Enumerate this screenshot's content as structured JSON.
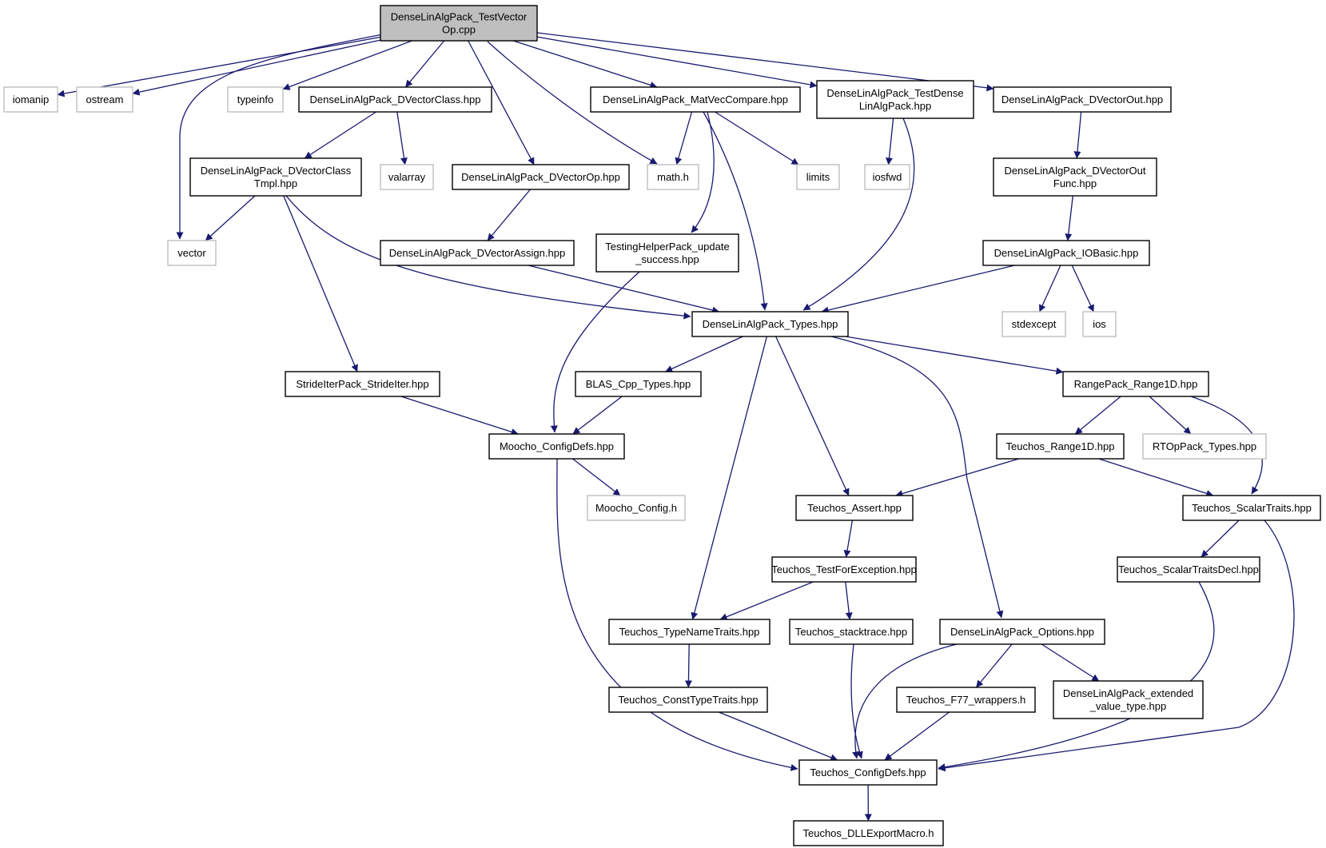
{
  "colors": {
    "edge": "#191970",
    "arrowhead": "#191970",
    "documented_border": "#000000",
    "external_border": "#bfbfbf",
    "root_fill": "#bfbfbf",
    "node_fill": "#ffffff",
    "background": "#ffffff"
  },
  "nodes": [
    {
      "id": "root",
      "lines": [
        "DenseLinAlgPack_TestVector",
        "Op.cpp"
      ],
      "style": "root"
    },
    {
      "id": "iomanip",
      "lines": [
        "iomanip"
      ],
      "style": "external"
    },
    {
      "id": "ostream",
      "lines": [
        "ostream"
      ],
      "style": "external"
    },
    {
      "id": "typeinfo",
      "lines": [
        "typeinfo"
      ],
      "style": "external"
    },
    {
      "id": "dvectorclass",
      "lines": [
        "DenseLinAlgPack_DVectorClass.hpp"
      ],
      "style": "documented"
    },
    {
      "id": "matveccompare",
      "lines": [
        "DenseLinAlgPack_MatVecCompare.hpp"
      ],
      "style": "documented"
    },
    {
      "id": "testdense",
      "lines": [
        "DenseLinAlgPack_TestDense",
        "LinAlgPack.hpp"
      ],
      "style": "documented"
    },
    {
      "id": "dvectorout",
      "lines": [
        "DenseLinAlgPack_DVectorOut.hpp"
      ],
      "style": "documented"
    },
    {
      "id": "dvectorclasstmpl",
      "lines": [
        "DenseLinAlgPack_DVectorClass",
        "Tmpl.hpp"
      ],
      "style": "documented"
    },
    {
      "id": "valarray",
      "lines": [
        "valarray"
      ],
      "style": "external"
    },
    {
      "id": "dvectorop",
      "lines": [
        "DenseLinAlgPack_DVectorOp.hpp"
      ],
      "style": "documented"
    },
    {
      "id": "math",
      "lines": [
        "math.h"
      ],
      "style": "external"
    },
    {
      "id": "limits",
      "lines": [
        "limits"
      ],
      "style": "external"
    },
    {
      "id": "iosfwd",
      "lines": [
        "iosfwd"
      ],
      "style": "external"
    },
    {
      "id": "dvectoroutfunc",
      "lines": [
        "DenseLinAlgPack_DVectorOut",
        "Func.hpp"
      ],
      "style": "documented"
    },
    {
      "id": "vector",
      "lines": [
        "vector"
      ],
      "style": "external"
    },
    {
      "id": "dvectorassign",
      "lines": [
        "DenseLinAlgPack_DVectorAssign.hpp"
      ],
      "style": "documented"
    },
    {
      "id": "testinghelper",
      "lines": [
        "TestingHelperPack_update",
        "_success.hpp"
      ],
      "style": "documented"
    },
    {
      "id": "iobasic",
      "lines": [
        "DenseLinAlgPack_IOBasic.hpp"
      ],
      "style": "documented"
    },
    {
      "id": "types",
      "lines": [
        "DenseLinAlgPack_Types.hpp"
      ],
      "style": "documented"
    },
    {
      "id": "stdexcept",
      "lines": [
        "stdexcept"
      ],
      "style": "external"
    },
    {
      "id": "ios",
      "lines": [
        "ios"
      ],
      "style": "external"
    },
    {
      "id": "strideiter",
      "lines": [
        "StrideIterPack_StrideIter.hpp"
      ],
      "style": "documented"
    },
    {
      "id": "blascpp",
      "lines": [
        "BLAS_Cpp_Types.hpp"
      ],
      "style": "documented"
    },
    {
      "id": "range1d",
      "lines": [
        "RangePack_Range1D.hpp"
      ],
      "style": "documented"
    },
    {
      "id": "moochoconfigdefs",
      "lines": [
        "Moocho_ConfigDefs.hpp"
      ],
      "style": "documented"
    },
    {
      "id": "teuchosrange1d",
      "lines": [
        "Teuchos_Range1D.hpp"
      ],
      "style": "documented"
    },
    {
      "id": "rtoptypes",
      "lines": [
        "RTOpPack_Types.hpp"
      ],
      "style": "external"
    },
    {
      "id": "moochoconfig",
      "lines": [
        "Moocho_Config.h"
      ],
      "style": "external"
    },
    {
      "id": "assert",
      "lines": [
        "Teuchos_Assert.hpp"
      ],
      "style": "documented"
    },
    {
      "id": "scalartraits",
      "lines": [
        "Teuchos_ScalarTraits.hpp"
      ],
      "style": "documented"
    },
    {
      "id": "testforexception",
      "lines": [
        "Teuchos_TestForException.hpp"
      ],
      "style": "documented"
    },
    {
      "id": "scalartraitsdecl",
      "lines": [
        "Teuchos_ScalarTraitsDecl.hpp"
      ],
      "style": "documented"
    },
    {
      "id": "typenametraits",
      "lines": [
        "Teuchos_TypeNameTraits.hpp"
      ],
      "style": "documented"
    },
    {
      "id": "stacktrace",
      "lines": [
        "Teuchos_stacktrace.hpp"
      ],
      "style": "documented"
    },
    {
      "id": "options",
      "lines": [
        "DenseLinAlgPack_Options.hpp"
      ],
      "style": "documented"
    },
    {
      "id": "consttypetraits",
      "lines": [
        "Teuchos_ConstTypeTraits.hpp"
      ],
      "style": "documented"
    },
    {
      "id": "f77wrappers",
      "lines": [
        "Teuchos_F77_wrappers.h"
      ],
      "style": "documented"
    },
    {
      "id": "extendedvalue",
      "lines": [
        "DenseLinAlgPack_extended",
        "_value_type.hpp"
      ],
      "style": "documented"
    },
    {
      "id": "teuchosconfigdefs",
      "lines": [
        "Teuchos_ConfigDefs.hpp"
      ],
      "style": "documented"
    },
    {
      "id": "dllexport",
      "lines": [
        "Teuchos_DLLExportMacro.h"
      ],
      "style": "documented"
    }
  ],
  "edges": [
    {
      "from": "root",
      "to": "iomanip"
    },
    {
      "from": "root",
      "to": "ostream"
    },
    {
      "from": "root",
      "to": "typeinfo"
    },
    {
      "from": "root",
      "to": "dvectorclass"
    },
    {
      "from": "root",
      "to": "vector"
    },
    {
      "from": "root",
      "to": "dvectorop"
    },
    {
      "from": "root",
      "to": "math"
    },
    {
      "from": "root",
      "to": "matveccompare"
    },
    {
      "from": "root",
      "to": "testdense"
    },
    {
      "from": "root",
      "to": "dvectorout"
    },
    {
      "from": "dvectorclass",
      "to": "dvectorclasstmpl"
    },
    {
      "from": "dvectorclass",
      "to": "valarray"
    },
    {
      "from": "dvectorclasstmpl",
      "to": "vector"
    },
    {
      "from": "dvectorclasstmpl",
      "to": "strideiter"
    },
    {
      "from": "dvectorclasstmpl",
      "to": "types"
    },
    {
      "from": "dvectorop",
      "to": "dvectorassign"
    },
    {
      "from": "dvectorassign",
      "to": "types"
    },
    {
      "from": "matveccompare",
      "to": "math"
    },
    {
      "from": "matveccompare",
      "to": "limits"
    },
    {
      "from": "matveccompare",
      "to": "testinghelper"
    },
    {
      "from": "matveccompare",
      "to": "types"
    },
    {
      "from": "testdense",
      "to": "iosfwd"
    },
    {
      "from": "testdense",
      "to": "types"
    },
    {
      "from": "dvectorout",
      "to": "dvectoroutfunc"
    },
    {
      "from": "dvectoroutfunc",
      "to": "iobasic"
    },
    {
      "from": "iobasic",
      "to": "types"
    },
    {
      "from": "iobasic",
      "to": "stdexcept"
    },
    {
      "from": "iobasic",
      "to": "ios"
    },
    {
      "from": "testinghelper",
      "to": "moochoconfigdefs"
    },
    {
      "from": "strideiter",
      "to": "moochoconfigdefs"
    },
    {
      "from": "types",
      "to": "blascpp"
    },
    {
      "from": "types",
      "to": "range1d"
    },
    {
      "from": "types",
      "to": "assert"
    },
    {
      "from": "types",
      "to": "typenametraits"
    },
    {
      "from": "types",
      "to": "options"
    },
    {
      "from": "blascpp",
      "to": "moochoconfigdefs"
    },
    {
      "from": "moochoconfigdefs",
      "to": "moochoconfig"
    },
    {
      "from": "moochoconfigdefs",
      "to": "teuchosconfigdefs"
    },
    {
      "from": "range1d",
      "to": "teuchosrange1d"
    },
    {
      "from": "range1d",
      "to": "rtoptypes"
    },
    {
      "from": "range1d",
      "to": "scalartraits"
    },
    {
      "from": "teuchosrange1d",
      "to": "assert"
    },
    {
      "from": "teuchosrange1d",
      "to": "scalartraits"
    },
    {
      "from": "assert",
      "to": "testforexception"
    },
    {
      "from": "testforexception",
      "to": "typenametraits"
    },
    {
      "from": "testforexception",
      "to": "stacktrace"
    },
    {
      "from": "scalartraits",
      "to": "scalartraitsdecl"
    },
    {
      "from": "scalartraits",
      "to": "teuchosconfigdefs"
    },
    {
      "from": "scalartraitsdecl",
      "to": "teuchosconfigdefs"
    },
    {
      "from": "typenametraits",
      "to": "consttypetraits"
    },
    {
      "from": "consttypetraits",
      "to": "teuchosconfigdefs"
    },
    {
      "from": "stacktrace",
      "to": "teuchosconfigdefs"
    },
    {
      "from": "options",
      "to": "f77wrappers"
    },
    {
      "from": "options",
      "to": "extendedvalue"
    },
    {
      "from": "options",
      "to": "teuchosconfigdefs"
    },
    {
      "from": "f77wrappers",
      "to": "teuchosconfigdefs"
    },
    {
      "from": "teuchosconfigdefs",
      "to": "dllexport"
    }
  ]
}
